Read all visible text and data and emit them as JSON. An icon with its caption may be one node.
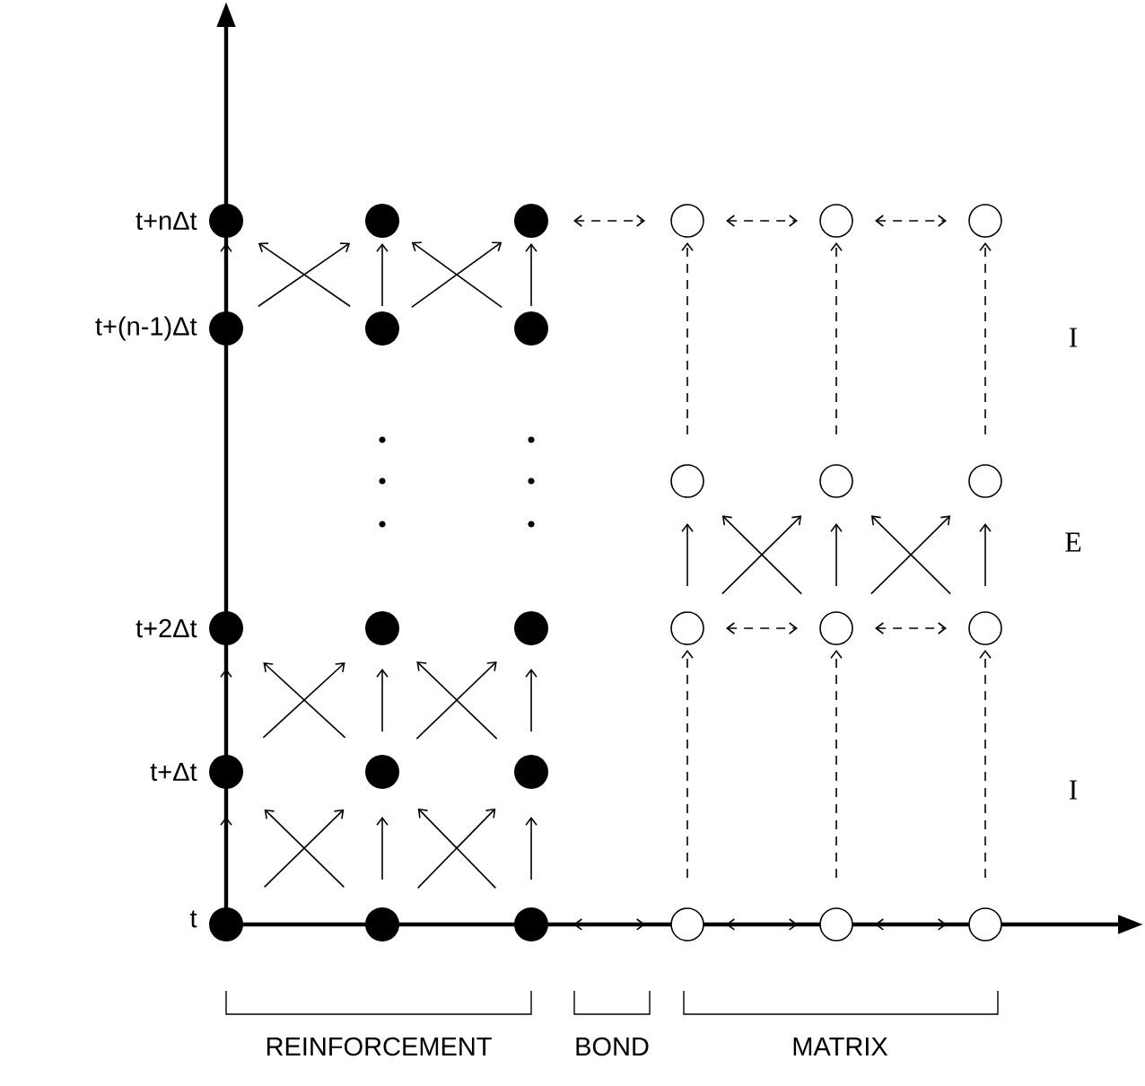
{
  "diagram": {
    "nodes": [
      {
        "text": [],
        "shape": "dot"
      },
      {
        "text": [],
        "shape": "dot"
      },
      {
        "text": [],
        "shape": "dot"
      },
      {
        "text": [],
        "shape": "circle"
      },
      {
        "text": [],
        "shape": "circle"
      },
      {
        "text": [],
        "shape": "circle"
      },
      {
        "text": [],
        "shape": "dot"
      },
      {
        "text": [],
        "shape": "dot"
      },
      {
        "text": [],
        "shape": "dot"
      },
      {
        "text": [],
        "shape": "circle"
      },
      {
        "text": [],
        "shape": "circle"
      },
      {
        "text": [],
        "shape": "circle"
      },
      {
        "text": [],
        "shape": "dot"
      },
      {
        "text": [],
        "shape": "dot"
      },
      {
        "text": [],
        "shape": "dot"
      },
      {
        "text": [],
        "shape": "circle"
      },
      {
        "text": [],
        "shape": "circle"
      },
      {
        "text": [],
        "shape": "circle"
      },
      {
        "text": [],
        "shape": "dot"
      },
      {
        "text": [],
        "shape": "dot"
      },
      {
        "text": [],
        "shape": "dot"
      },
      {
        "text": [],
        "shape": "dot"
      },
      {
        "text": [],
        "shape": "dot"
      },
      {
        "text": [],
        "shape": "dot"
      },
      {
        "text": [],
        "shape": "circle"
      },
      {
        "text": [],
        "shape": "circle"
      },
      {
        "text": [],
        "shape": "circle"
      }
    ],
    "edges": [
      {
        "from": 6,
        "to": 0,
        "arrow": "to"
      },
      {
        "from": 6,
        "to": 1,
        "arrow": "to"
      },
      {
        "from": 7,
        "to": 0,
        "arrow": "to"
      },
      {
        "from": 7,
        "to": 1,
        "arrow": "to"
      },
      {
        "from": 7,
        "to": 2,
        "arrow": "to"
      },
      {
        "from": 8,
        "to": 1,
        "arrow": "to"
      },
      {
        "from": 8,
        "to": 2,
        "arrow": "to"
      },
      {
        "from": 2,
        "to": 3,
        "arrow": "both",
        "style": "dashed"
      },
      {
        "from": 3,
        "to": 4,
        "arrow": "both",
        "style": "dashed"
      },
      {
        "from": 4,
        "to": 5,
        "arrow": "both",
        "style": "dashed"
      },
      {
        "from": 9,
        "to": 3,
        "arrow": "to",
        "style": "dashed"
      },
      {
        "from": 10,
        "to": 4,
        "arrow": "to",
        "style": "dashed"
      },
      {
        "from": 11,
        "to": 5,
        "arrow": "to",
        "style": "dashed"
      },
      {
        "from": 15,
        "to": 9,
        "arrow": "to"
      },
      {
        "from": 15,
        "to": 10,
        "arrow": "to"
      },
      {
        "from": 16,
        "to": 9,
        "arrow": "to"
      },
      {
        "from": 16,
        "to": 10,
        "arrow": "to"
      },
      {
        "from": 16,
        "to": 11,
        "arrow": "to"
      },
      {
        "from": 17,
        "to": 10,
        "arrow": "to"
      },
      {
        "from": 17,
        "to": 11,
        "arrow": "to"
      },
      {
        "from": 15,
        "to": 16,
        "arrow": "both",
        "style": "dashed"
      },
      {
        "from": 16,
        "to": 17,
        "arrow": "both",
        "style": "dashed"
      },
      {
        "from": 18,
        "to": 12,
        "arrow": "to"
      },
      {
        "from": 18,
        "to": 13,
        "arrow": "to"
      },
      {
        "from": 19,
        "to": 12,
        "arrow": "to"
      },
      {
        "from": 19,
        "to": 13,
        "arrow": "to"
      },
      {
        "from": 19,
        "to": 14,
        "arrow": "to"
      },
      {
        "from": 20,
        "to": 13,
        "arrow": "to"
      },
      {
        "from": 20,
        "to": 14,
        "arrow": "to"
      },
      {
        "from": 21,
        "to": 18,
        "arrow": "to"
      },
      {
        "from": 21,
        "to": 19,
        "arrow": "to"
      },
      {
        "from": 22,
        "to": 18,
        "arrow": "to"
      },
      {
        "from": 22,
        "to": 19,
        "arrow": "to"
      },
      {
        "from": 22,
        "to": 20,
        "arrow": "to"
      },
      {
        "from": 23,
        "to": 19,
        "arrow": "to"
      },
      {
        "from": 23,
        "to": 20,
        "arrow": "to"
      },
      {
        "from": 24,
        "to": 15,
        "arrow": "to",
        "style": "dashed"
      },
      {
        "from": 25,
        "to": 16,
        "arrow": "to",
        "style": "dashed"
      },
      {
        "from": 26,
        "to": 17,
        "arrow": "to",
        "style": "dashed"
      },
      {
        "from": 23,
        "to": 24,
        "arrow": "both",
        "style": "dashed"
      },
      {
        "from": 24,
        "to": 25,
        "arrow": "both",
        "style": "dashed"
      },
      {
        "from": 25,
        "to": 26,
        "arrow": "both",
        "style": "dashed"
      }
    ],
    "labels": [
      "t+nΔt",
      "t+(n-1)Δt",
      "I",
      "E",
      "t+2Δt",
      "t+Δt",
      "I",
      "t",
      "REINFORCEMENT",
      "BOND",
      "MATRIX"
    ]
  }
}
